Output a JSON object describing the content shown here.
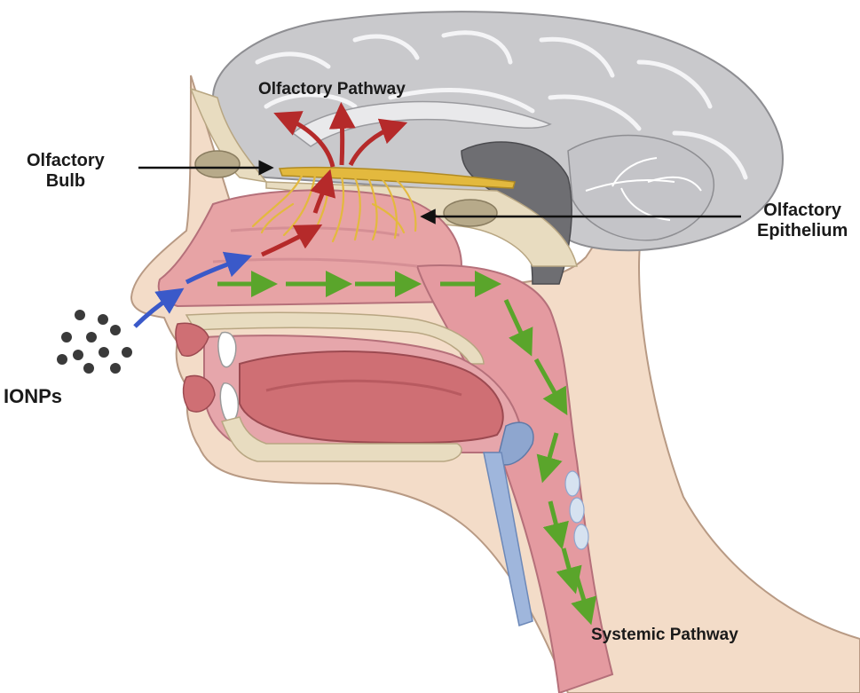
{
  "labels": {
    "olfactory_pathway": "Olfactory Pathway",
    "olfactory_bulb_line1": "Olfactory",
    "olfactory_bulb_line2": "Bulb",
    "olfactory_epithelium_line1": "Olfactory",
    "olfactory_epithelium_line2": "Epithelium",
    "ionps": "IONPs",
    "systemic_pathway": "Systemic Pathway"
  },
  "colors": {
    "brain": "#c9c9cc",
    "skin": "#f3dcc8",
    "tissue": "#e7a3a5",
    "tongue": "#cf6f74",
    "bone": "#e8dcc0",
    "nerve": "#e3b93e",
    "olfactory_arrow": "#b52a2a",
    "inhalation_arrow": "#3a59c9",
    "systemic_arrow": "#5aa52b",
    "particles": "#3a3a3a"
  }
}
